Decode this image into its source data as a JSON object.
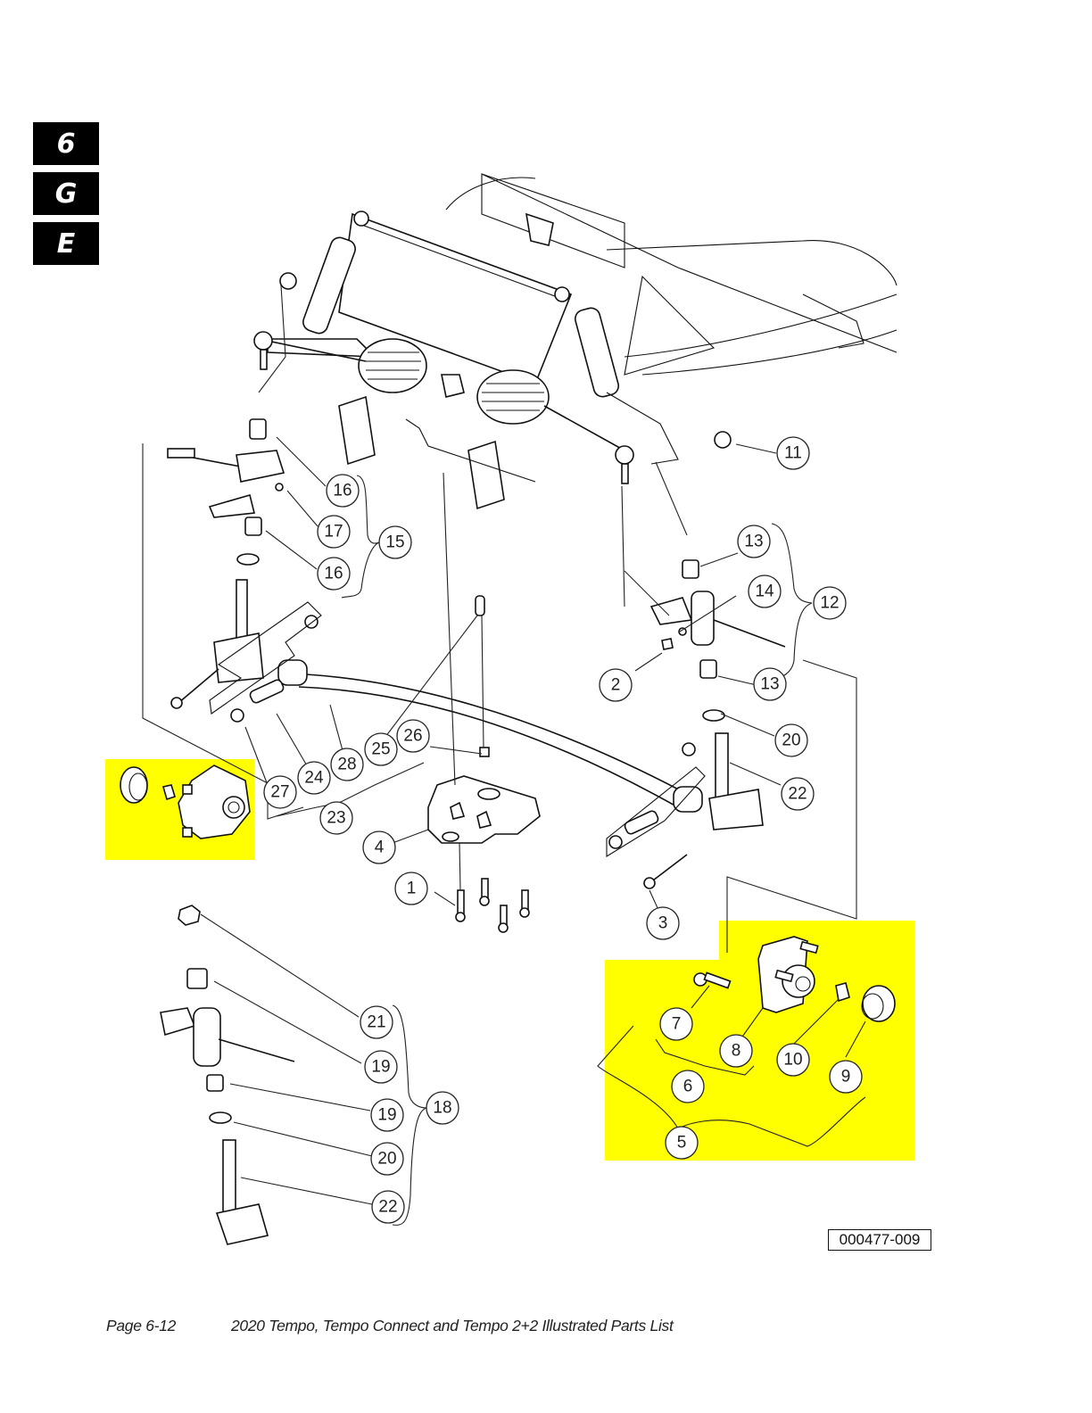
{
  "section_tabs": [
    "6",
    "G",
    "E"
  ],
  "figure_id": "000477-009",
  "footer": {
    "page": "Page 6-12",
    "title": "2020 Tempo, Tempo Connect and Tempo 2+2 Illustrated Parts List"
  },
  "highlight_color": "#ffff00",
  "highlighted_assemblies": [
    "front-hub-left",
    "front-hub-right (items 5-10)"
  ],
  "callouts": [
    {
      "id": "1",
      "label": "1"
    },
    {
      "id": "2",
      "label": "2"
    },
    {
      "id": "3",
      "label": "3"
    },
    {
      "id": "4",
      "label": "4"
    },
    {
      "id": "5",
      "label": "5"
    },
    {
      "id": "6",
      "label": "6"
    },
    {
      "id": "7",
      "label": "7"
    },
    {
      "id": "8",
      "label": "8"
    },
    {
      "id": "9",
      "label": "9"
    },
    {
      "id": "10",
      "label": "10"
    },
    {
      "id": "11",
      "label": "11"
    },
    {
      "id": "12",
      "label": "12"
    },
    {
      "id": "13a",
      "label": "13"
    },
    {
      "id": "13b",
      "label": "13"
    },
    {
      "id": "14",
      "label": "14"
    },
    {
      "id": "15",
      "label": "15"
    },
    {
      "id": "16a",
      "label": "16"
    },
    {
      "id": "16b",
      "label": "16"
    },
    {
      "id": "17",
      "label": "17"
    },
    {
      "id": "18",
      "label": "18"
    },
    {
      "id": "19a",
      "label": "19"
    },
    {
      "id": "19b",
      "label": "19"
    },
    {
      "id": "20a",
      "label": "20"
    },
    {
      "id": "20b",
      "label": "20"
    },
    {
      "id": "21",
      "label": "21"
    },
    {
      "id": "22a",
      "label": "22"
    },
    {
      "id": "22b",
      "label": "22"
    },
    {
      "id": "23",
      "label": "23"
    },
    {
      "id": "24",
      "label": "24"
    },
    {
      "id": "25",
      "label": "25"
    },
    {
      "id": "26",
      "label": "26"
    },
    {
      "id": "27",
      "label": "27"
    },
    {
      "id": "28",
      "label": "28"
    }
  ]
}
